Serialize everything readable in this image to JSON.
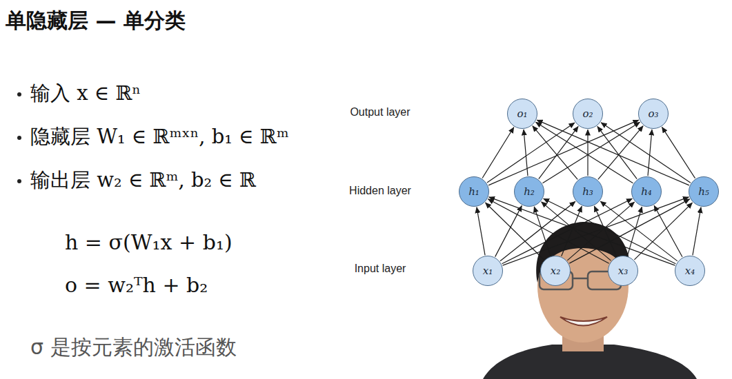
{
  "diagram": {
    "title": "单隐藏层 — 单分类",
    "nodes": [
      {
        "text": [
          "o₁"
        ]
      },
      {
        "text": [
          "o₂"
        ]
      },
      {
        "text": [
          "o₃"
        ]
      },
      {
        "text": [
          "h₁"
        ]
      },
      {
        "text": [
          "h₂"
        ]
      },
      {
        "text": [
          "h₃"
        ]
      },
      {
        "text": [
          "h₄"
        ]
      },
      {
        "text": [
          "h₅"
        ]
      },
      {
        "text": [
          "x₁"
        ]
      },
      {
        "text": [
          "x₂"
        ]
      },
      {
        "text": [
          "x₃"
        ]
      },
      {
        "text": [
          "x₄"
        ]
      }
    ],
    "edges": [
      {
        "from": 8,
        "to": 3,
        "arrow": "to"
      },
      {
        "from": 8,
        "to": 4,
        "arrow": "to"
      },
      {
        "from": 8,
        "to": 5,
        "arrow": "to"
      },
      {
        "from": 8,
        "to": 6,
        "arrow": "to"
      },
      {
        "from": 8,
        "to": 7,
        "arrow": "to"
      },
      {
        "from": 9,
        "to": 3,
        "arrow": "to"
      },
      {
        "from": 9,
        "to": 4,
        "arrow": "to"
      },
      {
        "from": 9,
        "to": 5,
        "arrow": "to"
      },
      {
        "from": 9,
        "to": 6,
        "arrow": "to"
      },
      {
        "from": 9,
        "to": 7,
        "arrow": "to"
      },
      {
        "from": 10,
        "to": 3,
        "arrow": "to"
      },
      {
        "from": 10,
        "to": 4,
        "arrow": "to"
      },
      {
        "from": 10,
        "to": 5,
        "arrow": "to"
      },
      {
        "from": 10,
        "to": 6,
        "arrow": "to"
      },
      {
        "from": 10,
        "to": 7,
        "arrow": "to"
      },
      {
        "from": 11,
        "to": 3,
        "arrow": "to"
      },
      {
        "from": 11,
        "to": 4,
        "arrow": "to"
      },
      {
        "from": 11,
        "to": 5,
        "arrow": "to"
      },
      {
        "from": 11,
        "to": 6,
        "arrow": "to"
      },
      {
        "from": 11,
        "to": 7,
        "arrow": "to"
      },
      {
        "from": 3,
        "to": 0,
        "arrow": "to"
      },
      {
        "from": 3,
        "to": 1,
        "arrow": "to"
      },
      {
        "from": 3,
        "to": 2,
        "arrow": "to"
      },
      {
        "from": 4,
        "to": 0,
        "arrow": "to"
      },
      {
        "from": 4,
        "to": 1,
        "arrow": "to"
      },
      {
        "from": 4,
        "to": 2,
        "arrow": "to"
      },
      {
        "from": 5,
        "to": 0,
        "arrow": "to"
      },
      {
        "from": 5,
        "to": 1,
        "arrow": "to"
      },
      {
        "from": 5,
        "to": 2,
        "arrow": "to"
      },
      {
        "from": 6,
        "to": 0,
        "arrow": "to"
      },
      {
        "from": 6,
        "to": 1,
        "arrow": "to"
      },
      {
        "from": 6,
        "to": 2,
        "arrow": "to"
      },
      {
        "from": 7,
        "to": 0,
        "arrow": "to"
      },
      {
        "from": 7,
        "to": 1,
        "arrow": "to"
      },
      {
        "from": 7,
        "to": 2,
        "arrow": "to"
      }
    ],
    "labels": [
      "输入 x ∈ ℝⁿ",
      "隐藏层 W₁ ∈ ℝᵐˣⁿ, b₁ ∈ ℝᵐ",
      "输出层 w₂ ∈ ℝᵐ, b₂ ∈ ℝ",
      "h = σ(W₁x + b₁)",
      "o = w₂ᵀh + b₂",
      "σ 是按元素的激活函数",
      "Output layer",
      "Hidden layer",
      "Input layer"
    ]
  }
}
